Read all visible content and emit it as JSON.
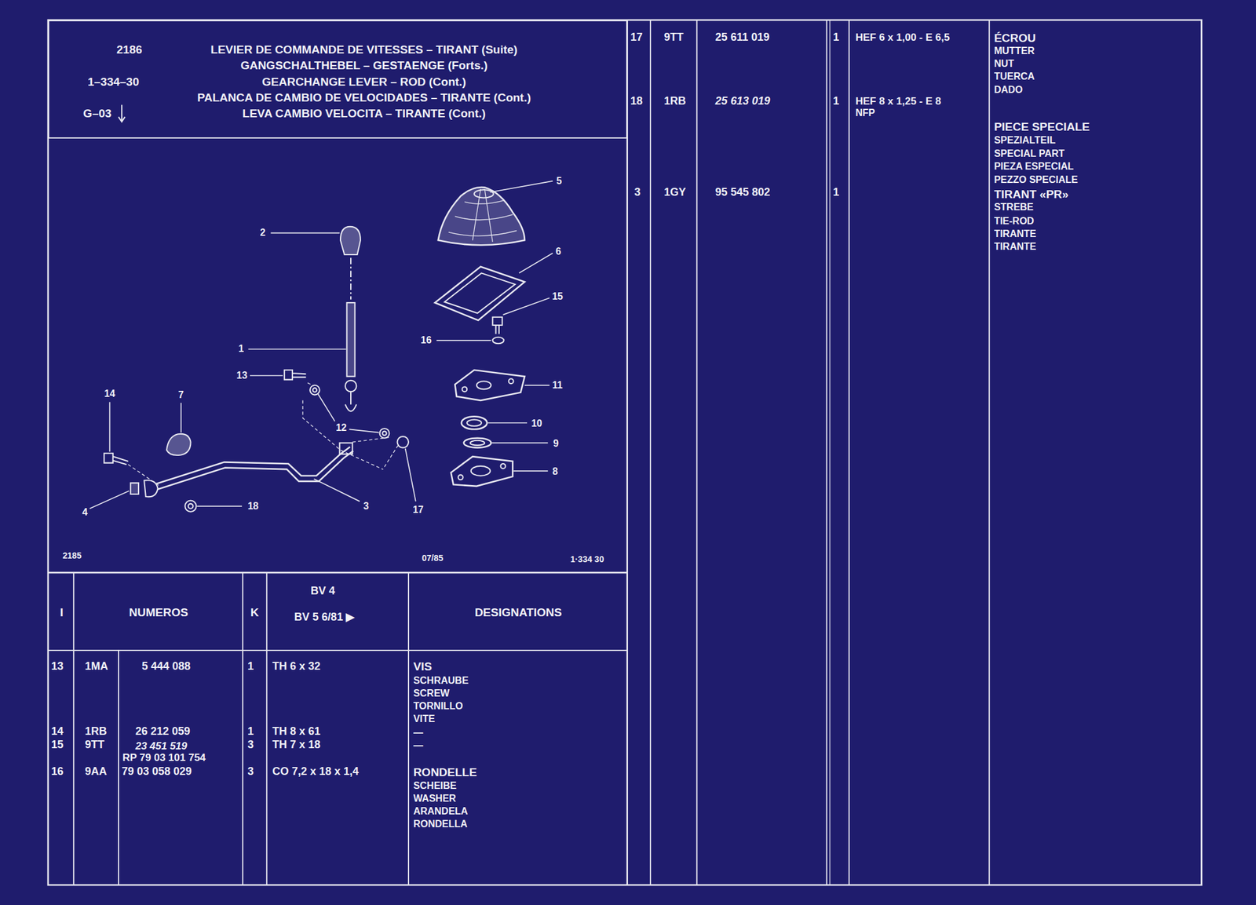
{
  "diagram": {
    "title": "LEVIER DE COMMANDE DE VITESSES – TIRANT (Suite)",
    "nodes": [
      {
        "text": [
          "2186",
          "GANGSCHALTHEBEL – GESTAENGE (Forts.)",
          "GEARCHANGE LEVER – ROD (Cont.)",
          "PALANCA DE CAMBIO DE VELOCIDADES – TIRANTE (Cont.)",
          "LEVA CAMBIO VELOCITA – TIRANTE (Cont.)",
          "1–334–30",
          "G–03"
        ]
      }
    ],
    "labels": [
      "5",
      "2",
      "6",
      "15",
      "16",
      "1",
      "13",
      "11",
      "14",
      "7",
      "10",
      "12",
      "9",
      "8",
      "3",
      "18",
      "17",
      "4",
      "2185",
      "07/85",
      "1·334 30",
      "I",
      "NUMEROS",
      "K",
      "BV 4",
      "BV 5 6/81 ▶",
      "DESIGNATIONS",
      "13",
      "1MA",
      "5 444 088",
      "1",
      "TH 6 x 32",
      "VIS",
      "SCHRAUBE",
      "SCREW",
      "TORNILLO",
      "VITE",
      "14",
      "1RB",
      "26 212 059",
      "1",
      "TH 8 x 61",
      "—",
      "15",
      "9TT",
      "23 451 519",
      "3",
      "TH 7 x 18",
      "—",
      "RP 79 03 101 754",
      "16",
      "9AA",
      "79 03 058 029",
      "3",
      "CO 7,2 x 18 x 1,4",
      "RONDELLE",
      "SCHEIBE",
      "WASHER",
      "ARANDELA",
      "RONDELLA",
      "17",
      "9TT",
      "25 611 019",
      "1",
      "HEF 6 x 1,00 - E 6,5",
      "ÉCROU",
      "MUTTER",
      "NUT",
      "TUERCA",
      "DADO",
      "18",
      "1RB",
      "25 613 019",
      "1",
      "HEF 8 x 1,25 - E 8",
      "NFP",
      "PIECE SPECIALE",
      "SPEZIALTEIL",
      "SPECIAL PART",
      "PIEZA ESPECIAL",
      "PEZZO SPECIALE",
      "3",
      "1GY",
      "95 545 802",
      "1",
      "TIRANT «PR»",
      "STREBE",
      "TIE-ROD",
      "TIRANTE",
      "TIRANTE"
    ]
  }
}
